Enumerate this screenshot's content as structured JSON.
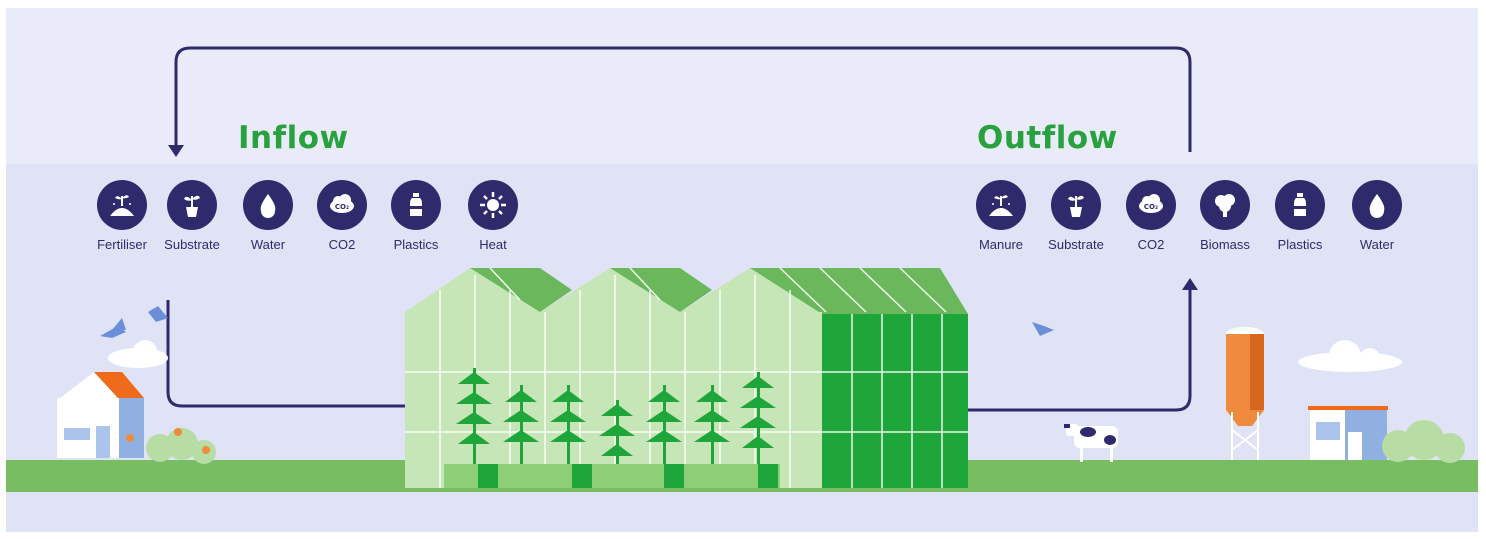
{
  "inflow": {
    "title": "Inflow",
    "items": [
      {
        "label": "Fertiliser",
        "icon": "fertiliser-icon"
      },
      {
        "label": "Substrate",
        "icon": "substrate-icon"
      },
      {
        "label": "Water",
        "icon": "water-icon"
      },
      {
        "label": "CO2",
        "icon": "co2-icon"
      },
      {
        "label": "Plastics",
        "icon": "plastics-icon"
      },
      {
        "label": "Heat",
        "icon": "heat-icon"
      }
    ]
  },
  "outflow": {
    "title": "Outflow",
    "items": [
      {
        "label": "Manure",
        "icon": "manure-icon"
      },
      {
        "label": "Substrate",
        "icon": "substrate-icon"
      },
      {
        "label": "CO2",
        "icon": "co2-icon"
      },
      {
        "label": "Biomass",
        "icon": "biomass-icon"
      },
      {
        "label": "Plastics",
        "icon": "plastics-icon"
      },
      {
        "label": "Water",
        "icon": "water-icon"
      }
    ]
  },
  "co2_badge": "CO₂",
  "colors": {
    "accent_green": "#2aa13f",
    "icon_navy": "#2f2a6b",
    "greenhouse_light": "#c7e6b8",
    "greenhouse_dark": "#1fa63a",
    "grass": "#79bd62",
    "silo_orange": "#f08a3c"
  }
}
